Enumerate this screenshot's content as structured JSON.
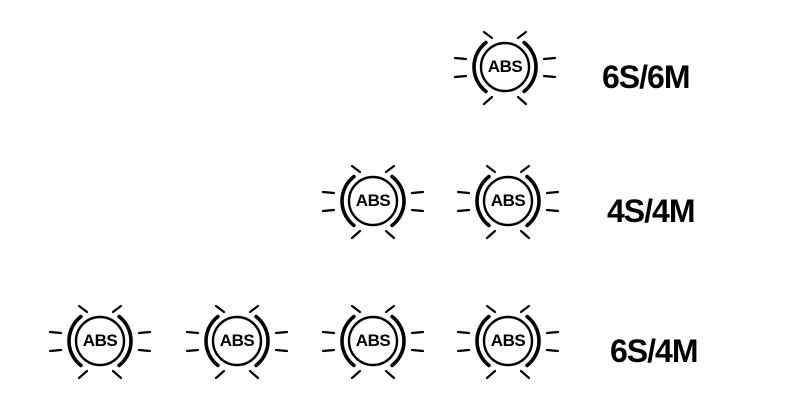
{
  "lamp": {
    "icon": "abs-warning-lamp-icon",
    "text": "ABS"
  },
  "colors": {
    "ink": "#000000",
    "background": "#ffffff"
  },
  "configurations": [
    {
      "label": "6S/6M",
      "lamp_count": 1
    },
    {
      "label": "4S/4M",
      "lamp_count": 2
    },
    {
      "label": "6S/4M",
      "lamp_count": 4
    }
  ]
}
